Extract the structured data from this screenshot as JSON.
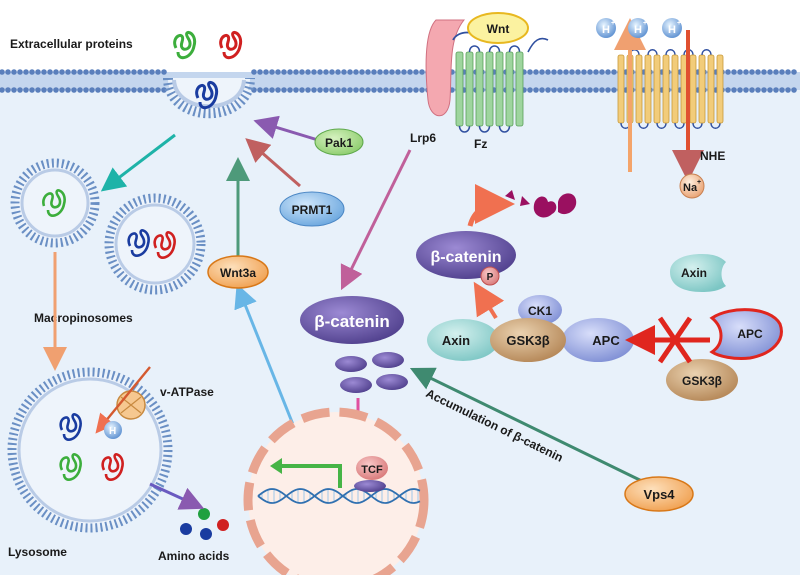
{
  "membrane_label": "Extracellular proteins",
  "proteins": {
    "pak1": "Pak1",
    "prmt1": "PRMT1",
    "wnt3a": "Wnt3a",
    "wnt": "Wnt",
    "lrp6": "Lrp6",
    "fz": "Fz",
    "nhe": "NHE",
    "vps4": "Vps4",
    "v_atpase": "v-ATPase",
    "beta_catenin_main": "β-catenin",
    "beta_catenin_phospho": "β-catenin",
    "phospho": "P",
    "axin_complex": "Axin",
    "gsk3b_complex": "GSK3β",
    "apc_complex": "APC",
    "ck1": "CK1",
    "axin_free": "Axin",
    "apc_free": "APC",
    "gsk3b_free": "GSK3β",
    "tcf": "TCF"
  },
  "ions": {
    "h1": "H",
    "h2": "H",
    "h3": "H",
    "na": "Na",
    "h_lysosome": "H",
    "plus": "+"
  },
  "labels": {
    "macropinosomes": "Macropinosomes",
    "lysosome": "Lysosome",
    "amino_acids": "Amino acids",
    "accumulation": "Accumulation of β-catenin"
  },
  "colors": {
    "membrane": "#6a8fc4",
    "cytoplasm": "#e8f1fa",
    "pak1": "#a8dc8c",
    "prmt1": "#7fb6e6",
    "wnt3a": "#f4b46a",
    "vps4": "#f2a65c",
    "beta_catenin": "#6c5aa8",
    "axin": "#8cd0cf",
    "gsk3b": "#c8a070",
    "apc": "#8fa0dc",
    "inhibition": "#e0261e",
    "fz_helix": "#9ed59e",
    "nhe_helix": "#f2cc7a"
  }
}
